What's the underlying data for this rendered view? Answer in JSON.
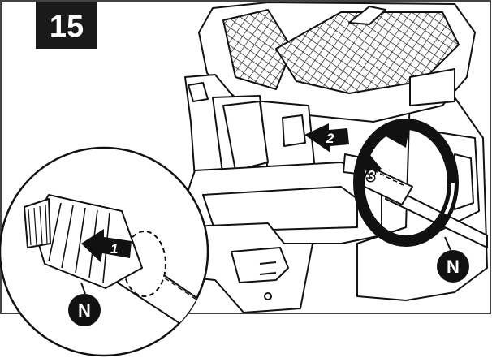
{
  "step_number": "15",
  "arrows": [
    {
      "id": "1",
      "label": "1"
    },
    {
      "id": "2",
      "label": "2"
    },
    {
      "id": "3",
      "label": "3"
    }
  ],
  "callouts": [
    {
      "id": "main",
      "label": "N"
    },
    {
      "id": "detail",
      "label": "N"
    }
  ],
  "colors": {
    "background": "#ffffff",
    "ink": "#111111",
    "frame": "#444444",
    "badge": "#1a1a1a",
    "badge_text": "#ffffff",
    "arrow_fill": "#1a1a1a"
  }
}
